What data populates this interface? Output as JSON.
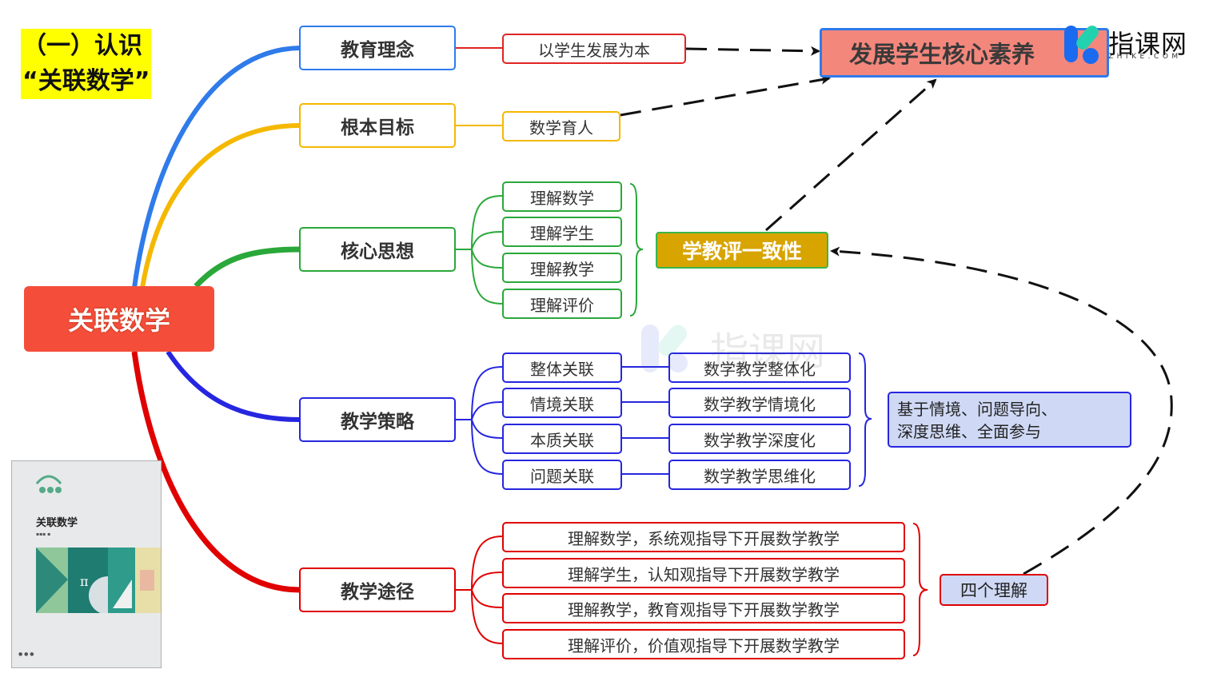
{
  "title": {
    "line1": "（一）认识",
    "line2": "“关联数学”"
  },
  "root": {
    "label": "关联数学"
  },
  "branches": [
    {
      "label": "教育理念",
      "color": "#2f7bea",
      "children": [
        "以学生发展为本"
      ],
      "child_color": "#e02424"
    },
    {
      "label": "根本目标",
      "color": "#f5b800",
      "children": [
        "数学育人"
      ],
      "child_color": "#f5b800"
    },
    {
      "label": "核心思想",
      "color": "#2aa83a",
      "children": [
        "理解数学",
        "理解学生",
        "理解教学",
        "理解评价"
      ],
      "child_color": "#2aa83a"
    },
    {
      "label": "教学策略",
      "color": "#2626e0",
      "children": [
        "整体关联",
        "情境关联",
        "本质关联",
        "问题关联"
      ],
      "child_color": "#2626e0",
      "results": [
        "数学教学整体化",
        "数学教学情境化",
        "数学教学深度化",
        "数学教学思维化"
      ]
    },
    {
      "label": "教学途径",
      "color": "#e00000",
      "children": [
        "理解数学，系统观指导下开展数学教学",
        "理解学生，认知观指导下开展数学教学",
        "理解教学，教育观指导下开展数学教学",
        "理解评价，价值观指导下开展数学教学"
      ],
      "child_color": "#e00000"
    }
  ],
  "core_literacy": {
    "label": "发展学生核心素养"
  },
  "unity": {
    "label": "学教评一致性"
  },
  "strategy_summary": {
    "line1": "基于情境、问题导向、",
    "line2": "深度思维、全面参与"
  },
  "four_understandings": {
    "label": "四个理解"
  },
  "logo": {
    "name": "指课网",
    "domain": "ZHIKE.COM"
  },
  "watermark": {
    "text": "指课网"
  },
  "book": {
    "title": "关联数学"
  }
}
